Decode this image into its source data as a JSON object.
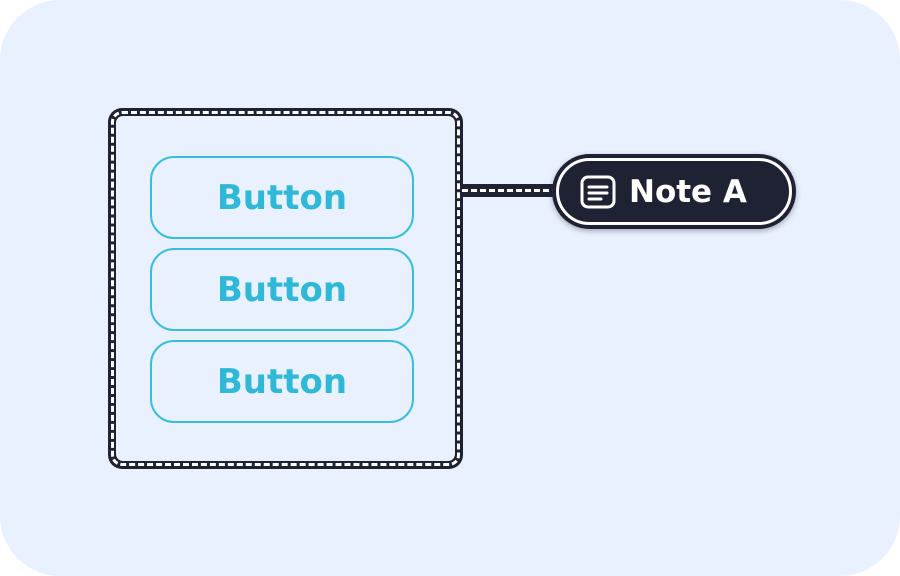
{
  "group": {
    "buttons": [
      {
        "label": "Button"
      },
      {
        "label": "Button"
      },
      {
        "label": "Button"
      }
    ]
  },
  "note": {
    "label": "Note A",
    "icon": "note-icon"
  },
  "colors": {
    "background": "#eaf1fe",
    "frame": "#1f2233",
    "button_accent": "#38bedc",
    "note_text": "#ffffff"
  }
}
